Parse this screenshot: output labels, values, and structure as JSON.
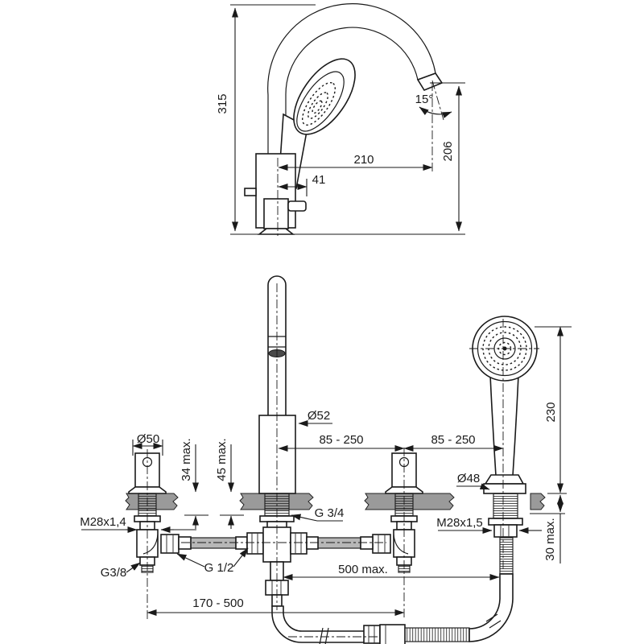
{
  "page": {
    "background": "#ffffff"
  },
  "colors": {
    "line": "#1a1a1a",
    "deck_gray": "#9a9a9a",
    "pipe_gray": "#b7b7b7",
    "outlet_dark": "#4a4a4a"
  },
  "drawing": {
    "subject": "Dimensional technical drawing of a deck-mounted bath mixer with swivel spout and hand shower"
  },
  "top_view": {
    "total_height": "315",
    "spout_reach": "210",
    "handle_offset": "41",
    "outlet_height": "206",
    "outlet_angle": "15°"
  },
  "bottom_view": {
    "handle_escutcheon_dia": "Ø50",
    "spout_body_dia": "Ø52",
    "handshower_escutcheon_dia": "Ø48",
    "left_spacing": "85 - 250",
    "right_spacing": "85 - 250",
    "handshower_height": "230",
    "valve_deck_max": "34 max.",
    "spout_deck_max": "45 max.",
    "handshower_deck_max": "30 max.",
    "valve_thread": "M28x1,4",
    "handshower_thread": "M28x1,5",
    "valve_outlet_thread": "G3/8",
    "inlet_thread": "G 1/2",
    "spout_thread": "G 3/4",
    "hose_length_max": "500 max.",
    "valve_spread": "170 - 500"
  }
}
